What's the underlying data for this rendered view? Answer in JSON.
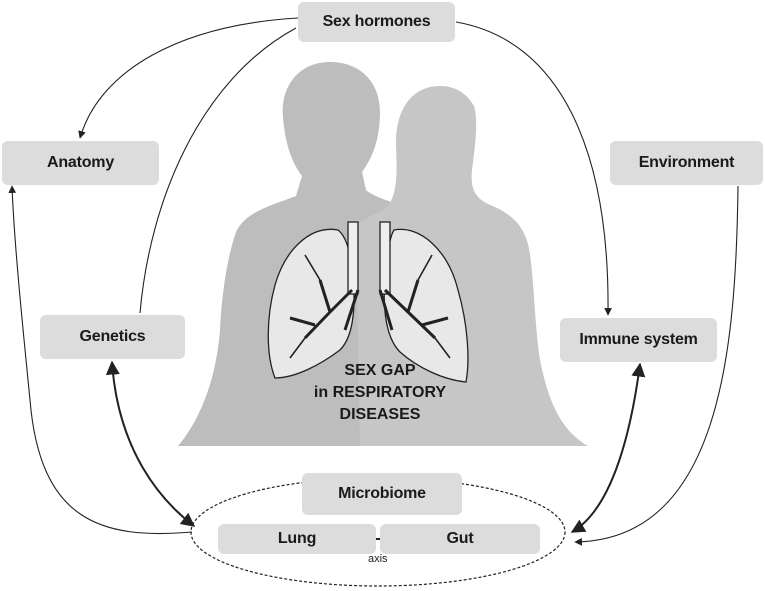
{
  "diagram": {
    "nodes": {
      "sex_hormones": "Sex hormones",
      "anatomy": "Anatomy",
      "environment": "Environment",
      "genetics": "Genetics",
      "immune_system": "Immune system",
      "microbiome": "Microbiome",
      "lung": "Lung",
      "gut": "Gut"
    },
    "axis_label": "axis",
    "center_title": {
      "line1": "SEX GAP",
      "line2": "in RESPIRATORY",
      "line3": "DISEASES"
    },
    "colors": {
      "box_fill": "#dcdcdc",
      "silhouette": "#bdbdbd",
      "lung_outline": "#222222"
    },
    "icons": [
      "male-silhouette",
      "female-silhouette",
      "lungs-illustration"
    ]
  }
}
